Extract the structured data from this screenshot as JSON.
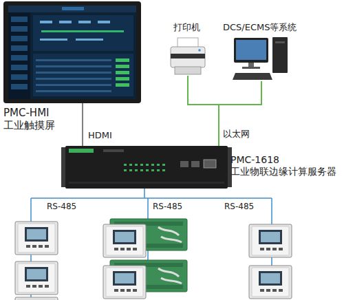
{
  "diagram": {
    "nodes": [
      {
        "text": [
          "PMC-HMI 工业触摸屏"
        ]
      },
      {
        "text": [
          "打印机"
        ]
      },
      {
        "text": [
          "DCS/ECMS等系统"
        ]
      },
      {
        "text": [
          "PMC-1618 工业物联边缘计算服务器"
        ]
      }
    ],
    "edges": [
      {
        "from": 0,
        "to": 3,
        "label": "HDMI",
        "arrow": "none"
      },
      {
        "from": 3,
        "to": 1,
        "label": "以太网",
        "arrow": "none"
      },
      {
        "from": 3,
        "to": 2,
        "arrow": "none"
      }
    ],
    "labels": [
      "RS-485",
      "RS-485",
      "RS-485"
    ]
  }
}
